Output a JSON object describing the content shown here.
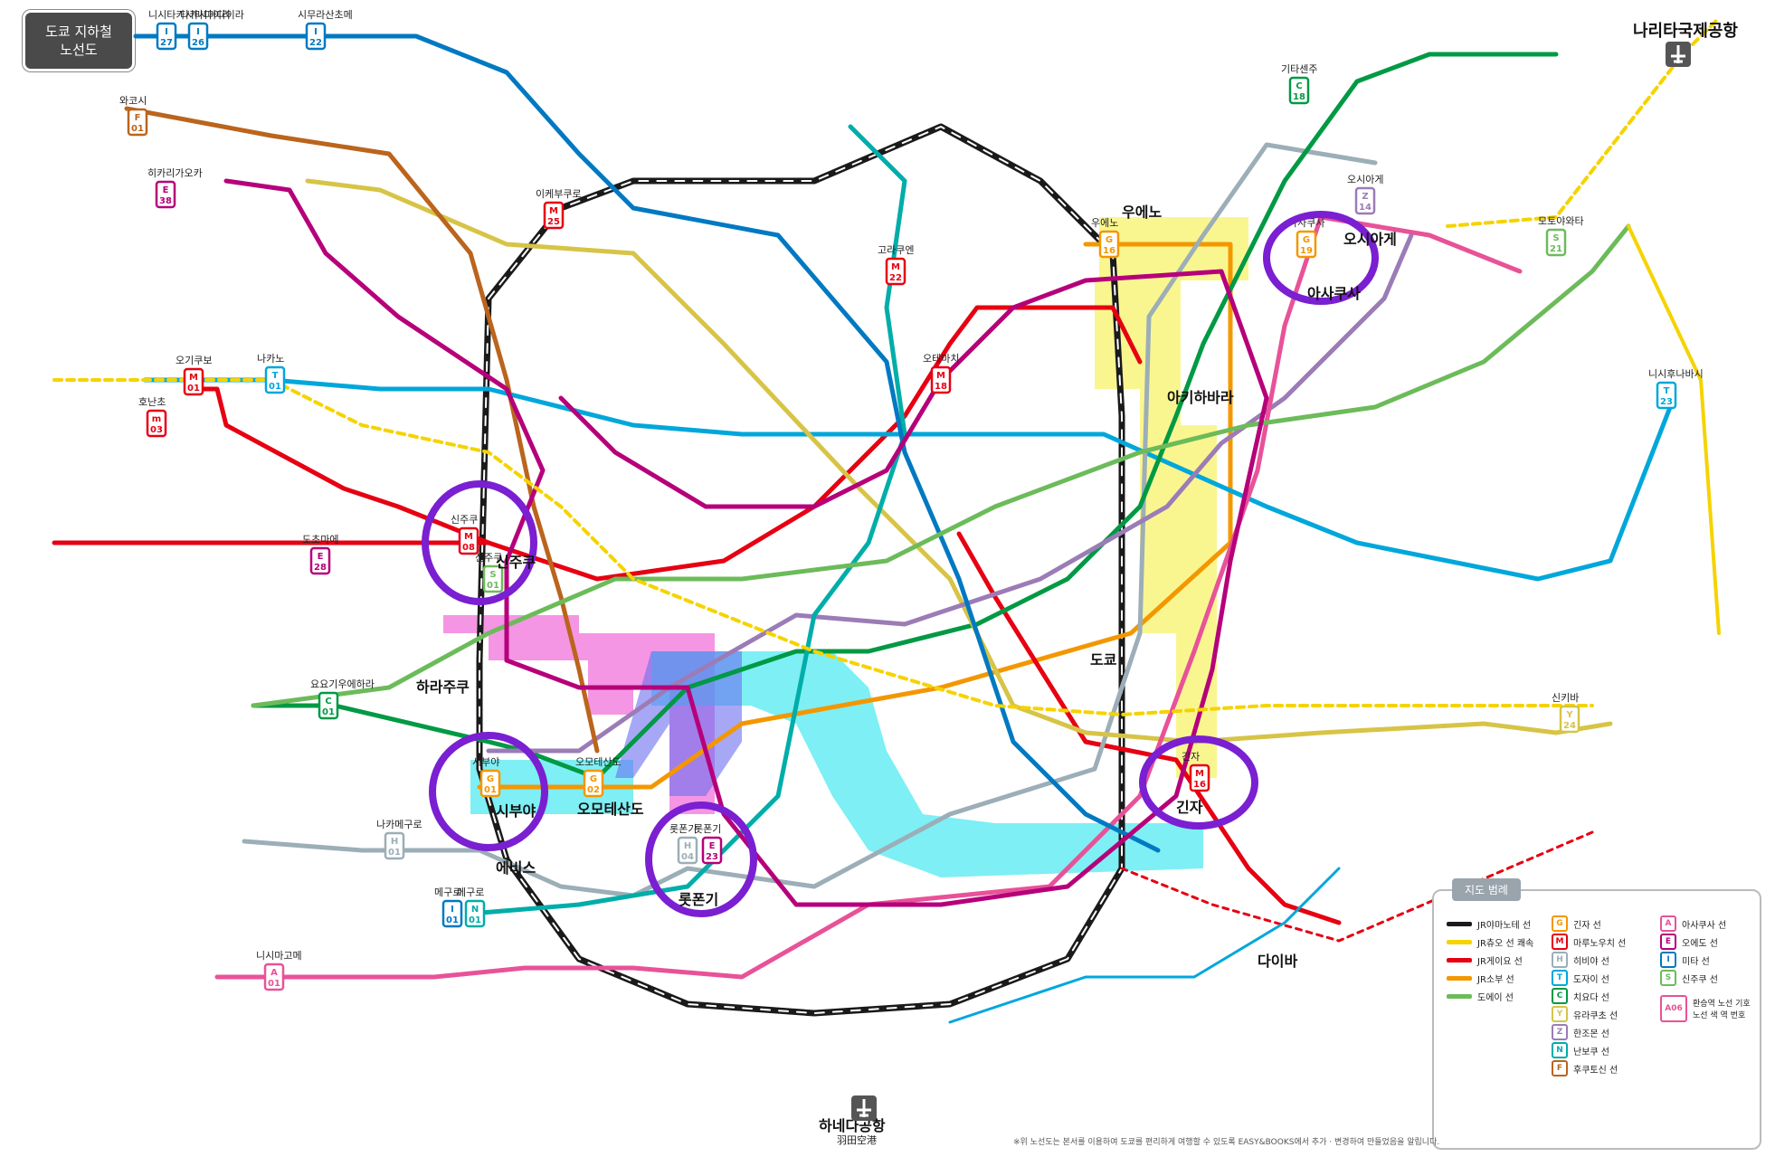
{
  "title": {
    "line1": "도쿄 지하철",
    "line2": "노선도"
  },
  "colors": {
    "ginza": "#f39700",
    "marunouchi": "#e60012",
    "hibiya": "#9caeb7",
    "tozai": "#00a7db",
    "chiyoda": "#009944",
    "yurakucho": "#d7c447",
    "hanzomon": "#9b7cb6",
    "namboku": "#00ada9",
    "fukutoshin": "#bb641d",
    "asakusa": "#e85298",
    "mita": "#0079c2",
    "shinjuku": "#6cbb5a",
    "oedo": "#b6007a",
    "jr": "#1a1a1a",
    "yellow_jr": "#f5d300",
    "highlight_yellow": "#f7f36b",
    "highlight_magenta": "#f06ad8",
    "highlight_cyan": "#39e6ee",
    "highlight_blue": "#6a6ef0",
    "circle": "#7a1fd1"
  },
  "places": {
    "narita": "나리타국제공항",
    "haneda": "하네다공항",
    "haneda_en": "羽田空港",
    "ueno": "우에노",
    "asakusa": "아사쿠사",
    "oshiage": "오시아게",
    "akihabara": "아키하바라",
    "tokyo": "도쿄",
    "ginza": "긴자",
    "shinjuku": "신주쿠",
    "shibuya": "시부야",
    "omotesando": "오모테산도",
    "roppongi": "롯폰기",
    "harajuku": "하라주쿠",
    "ebisu": "에비스",
    "odaiba": "다이바"
  },
  "stations": [
    {
      "name": "니시타카시마다이라",
      "code": "I27",
      "line": "mita"
    },
    {
      "name": "다카시마다이라",
      "code": "I26",
      "line": "mita"
    },
    {
      "name": "시무라산초메",
      "code": "I22",
      "line": "mita"
    },
    {
      "name": "와코시",
      "code": "F01",
      "line": "fukutoshin"
    },
    {
      "name": "이케부쿠로",
      "code": "M25",
      "line": "marunouchi"
    },
    {
      "name": "고라쿠엔",
      "code": "M22",
      "line": "marunouchi"
    },
    {
      "name": "오테마치",
      "code": "M18",
      "line": "marunouchi"
    },
    {
      "name": "긴자",
      "code": "M16",
      "line": "marunouchi"
    },
    {
      "name": "신주쿠",
      "code": "M08",
      "line": "marunouchi"
    },
    {
      "name": "오기쿠보",
      "code": "M01",
      "line": "marunouchi"
    },
    {
      "name": "호난초",
      "code": "m03",
      "line": "marunouchi"
    },
    {
      "name": "시부야",
      "code": "G01",
      "line": "ginza"
    },
    {
      "name": "오모테산도",
      "code": "G02",
      "line": "ginza"
    },
    {
      "name": "우에노",
      "code": "G16",
      "line": "ginza"
    },
    {
      "name": "아사쿠사",
      "code": "G19",
      "line": "ginza"
    },
    {
      "name": "나카노",
      "code": "T01",
      "line": "tozai"
    },
    {
      "name": "니시후나바시",
      "code": "T23",
      "line": "tozai"
    },
    {
      "name": "요요기우에하라",
      "code": "C01",
      "line": "chiyoda"
    },
    {
      "name": "기타센주",
      "code": "C18",
      "line": "chiyoda"
    },
    {
      "name": "신키바",
      "code": "Y24",
      "line": "yurakucho"
    },
    {
      "name": "오시아게",
      "code": "Z14",
      "line": "hanzomon"
    },
    {
      "name": "메구로",
      "code": "N01",
      "line": "namboku"
    },
    {
      "name": "니시마고메",
      "code": "A01",
      "line": "asakusa"
    },
    {
      "name": "롯폰기",
      "code": "H04",
      "line": "hibiya"
    },
    {
      "name": "나카메구로",
      "code": "H01",
      "line": "hibiya"
    },
    {
      "name": "신주쿠",
      "code": "S01",
      "line": "shinjuku"
    },
    {
      "name": "모토야와타",
      "code": "S21",
      "line": "shinjuku"
    },
    {
      "name": "도초마에",
      "code": "E28",
      "line": "oedo"
    },
    {
      "name": "히카리가오카",
      "code": "E38",
      "line": "oedo"
    },
    {
      "name": "롯폰기",
      "code": "E23",
      "line": "oedo"
    },
    {
      "name": "메구로",
      "code": "I01",
      "line": "mita"
    }
  ],
  "legend": {
    "title": "지도 범례",
    "lines": [
      {
        "label": "JR야마노테 선",
        "key": "jr"
      },
      {
        "label": "JR츄오 선 쾌속",
        "key": "yellow_jr"
      },
      {
        "label": "JR게이요 선",
        "key": "marunouchi"
      },
      {
        "label": "JR소부 선",
        "key": "ginza"
      },
      {
        "label": "도에이 선",
        "key": "shinjuku"
      }
    ],
    "metro_lines": [
      {
        "letter": "G",
        "label": "긴자 선",
        "key": "ginza"
      },
      {
        "letter": "M",
        "label": "마루노우치 선",
        "key": "marunouchi"
      },
      {
        "letter": "H",
        "label": "히비야 선",
        "key": "hibiya"
      },
      {
        "letter": "T",
        "label": "도자이 선",
        "key": "tozai"
      },
      {
        "letter": "C",
        "label": "치요다 선",
        "key": "chiyoda"
      },
      {
        "letter": "Y",
        "label": "유라쿠초 선",
        "key": "yurakucho"
      },
      {
        "letter": "Z",
        "label": "한조몬 선",
        "key": "hanzomon"
      },
      {
        "letter": "N",
        "label": "난보쿠 선",
        "key": "namboku"
      },
      {
        "letter": "F",
        "label": "후쿠토신 선",
        "key": "fukutoshin"
      }
    ],
    "toei_lines": [
      {
        "letter": "A",
        "label": "아사쿠사 선",
        "key": "asakusa"
      },
      {
        "letter": "E",
        "label": "오에도 선",
        "key": "oedo"
      },
      {
        "letter": "I",
        "label": "미타 선",
        "key": "mita"
      },
      {
        "letter": "S",
        "label": "신주쿠 선",
        "key": "shinjuku"
      }
    ],
    "transfer_sample": {
      "code": "A06",
      "text": "환승역 노선 기호 노선 색 역 번호"
    }
  },
  "footnote": "※위 노선도는 본서를 이용하여 도쿄를 편리하게 여행할 수 있도록 EASY&BOOKS에서 추가 · 변경하여 만들었음을 알립니다."
}
